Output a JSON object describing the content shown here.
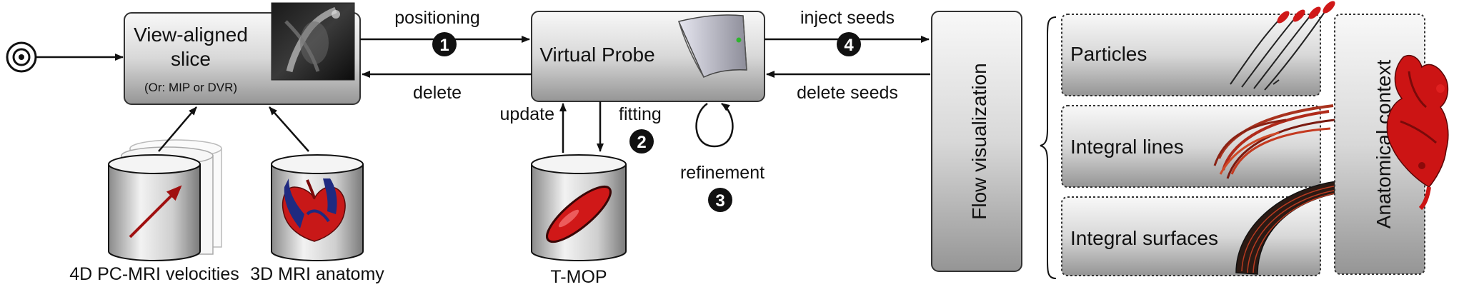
{
  "boxes": {
    "slice": {
      "title_line1": "View-aligned",
      "title_line2": "slice",
      "subtitle": "(Or: MIP or DVR)"
    },
    "probe": {
      "title": "Virtual Probe"
    },
    "flow": {
      "title": "Flow visualization"
    },
    "particles": {
      "title": "Particles"
    },
    "integral_lines": {
      "title": "Integral lines"
    },
    "integral_surfaces": {
      "title": "Integral surfaces"
    },
    "anatomical": {
      "title": "Anatomical context"
    }
  },
  "data_sources": {
    "velocities": {
      "label": "4D PC-MRI velocities"
    },
    "anatomy": {
      "label": "3D MRI anatomy"
    },
    "tmop": {
      "label": "T-MOP"
    }
  },
  "edges": {
    "positioning": {
      "label": "positioning",
      "step": "1"
    },
    "delete": {
      "label": "delete"
    },
    "update": {
      "label": "update"
    },
    "fitting": {
      "label": "fitting",
      "step": "2"
    },
    "refinement": {
      "label": "refinement",
      "step": "3"
    },
    "inject_seeds": {
      "label": "inject seeds",
      "step": "4"
    },
    "delete_seeds": {
      "label": "delete seeds"
    }
  },
  "colors": {
    "box_top": "#f7f7f7",
    "box_bottom": "#9a9a9a",
    "heart_red": "#d01818",
    "vessel_blue": "#1f2a80",
    "step_fill": "#111111"
  }
}
